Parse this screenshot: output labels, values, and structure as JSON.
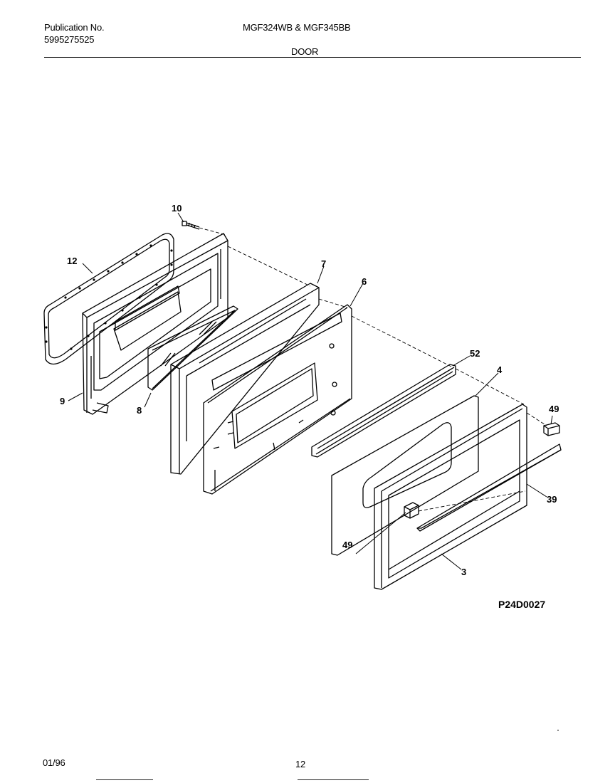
{
  "header": {
    "publication_label": "Publication No.",
    "publication_number": "5995275525",
    "models": "MGF324WB & MGF345BB",
    "section": "DOOR"
  },
  "diagram": {
    "callouts": {
      "c10": "10",
      "c12": "12",
      "c7": "7",
      "c6": "6",
      "c9": "9",
      "c8": "8",
      "c52": "52",
      "c4": "4",
      "c49a": "49",
      "c39": "39",
      "c49b": "49",
      "c3": "3"
    },
    "figure_code": "P24D0027"
  },
  "footer": {
    "date": "01/96",
    "page": "12"
  }
}
